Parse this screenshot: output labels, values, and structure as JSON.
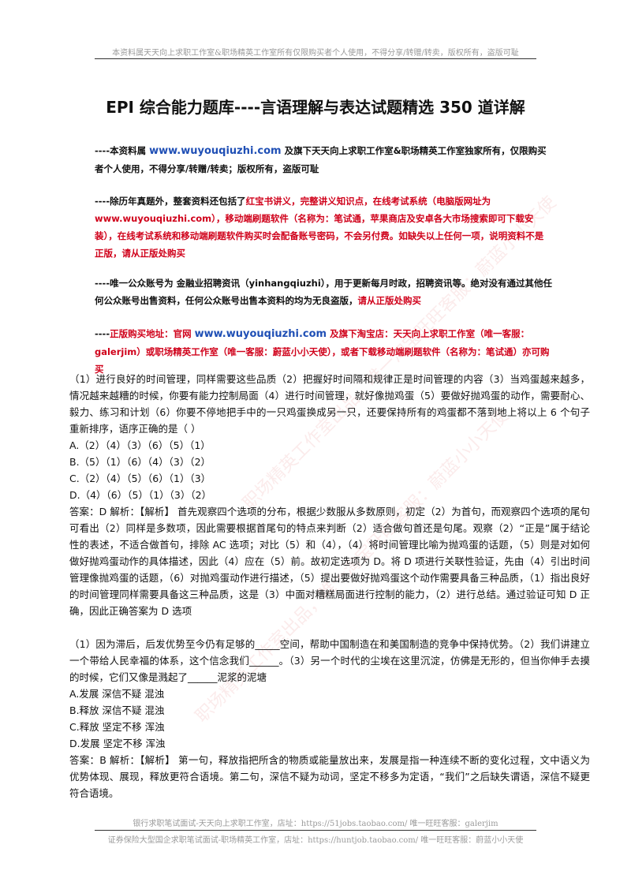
{
  "header": {
    "note": "本资料属天天向上求职工作室&职场精英工作室所有仅限购买者个人使用，不得分享/转赠/转卖，版权所有，盗版可耻"
  },
  "title": "EPI 综合能力题库----言语理解与表达试题精选 350 道详解",
  "notices": {
    "n1_pre": "----本资料属 ",
    "n1_link": "www.wuyouqiuzhi.com",
    "n1_post": " 及旗下天天向上求职工作室&职场精英工作室独家所有，仅限购买者个人使用，不得分享/转赠/转卖；版权所有，盗版可耻",
    "n2_pre": "----除历年真题外，整套资料还包括了",
    "n2_red": "红宝书讲义，完整讲义知识点，在线考试系统（电脑版网址为 www.wuyouqiuzhi.com），移动端刷题软件（名称为：笔试通，苹果商店及安卓各大市场搜索即可下载安装），在线考试系统和移动端刷题软件购买时会配备账号密码，不会另付费。如缺失以上任何一项，说明资料不是正版，请从正版处购买",
    "n3_pre": "----唯一公众账号为 金融业招聘资讯（yinhangqiuzhi），用于更新每月时政，招聘资讯等。绝对没有通过其他任何公众账号出售资料，任何公众账号出售本资料的均为无良盗版，",
    "n3_red": "请从正版处购买",
    "n4_pre": "----",
    "n4_red1": "正版购买地址：官网 ",
    "n4_link": "www.wuyouqiuzhi.com",
    "n4_red2": " 及旗下淘宝店：天天向上求职工作室（唯一客服：galerjim）或职场精英工作室（唯一客服：蔚蓝小小天使），或者下载移动端刷题软件（名称为：笔试通）亦可购买"
  },
  "q1": {
    "stem": "（1）进行良好的时间管理，同样需要这些品质（2）把握好时间隔和规律正是时间管理的内容（3）当鸡蛋越来越多，情况越来越糟的时候，你要有能力控制局面（4）进行时间管理，就好像抛鸡蛋（5）要做好抛鸡蛋的动作，需要耐心、毅力、练习和计划（6）你要不停地把手中的一只鸡蛋换成另一只，还要保持所有的鸡蛋都不落到地上将以上 6 个句子重新排序，语序正确的是（ ）",
    "options": [
      "A.（2）（4）（3）（6）（5）（1）",
      "B.（5）（1）（6）（4）（3）（2）",
      "C.（2）（4）（5）（6）（1）（3）",
      "D.（4）（6）（5）（1）（3）（2）"
    ],
    "answer": "答案：D 解析：【解析】 首先观察四个选项的分布，根据少数服从多数原则，初定（2）为首句，而观察四个选项的尾句可看出（2）同样是多数项，因此需要根据首尾句的特点来判断（2）适合做句首还是句尾。观察（2）“正是”属于结论性的表述，不适合做首句，排除 AC 选项；对比（5）和（4），（4）将时间管理比喻为抛鸡蛋的话题，（5）则是对如何做好抛鸡蛋动作的具体描述，因此（4）应在（5）前。故初定选项为 D。将 D 项进行关联性验证，先由（4）引出时间管理像抛鸡蛋的话题，（6）对抛鸡蛋动作进行描述，（5）提出要做好抛鸡蛋这个动作需要具备三种品质，（1）指出良好的时间管理同样需要具备这三种品质，这是（3）中面对糟糕局面进行控制的能力，（2）进行总结。通过验证可知 D 正确，因此正确答案为 D 选项"
  },
  "q2": {
    "stem": "（1）因为滞后，后发优势至今仍有足够的_____空间，帮助中国制造在和美国制造的竞争中保持优势。（2）我们讲建立一个带给人民幸福的体系，这个信念我们______。（3）另一个时代的尘埃在这里沉淀，仿佛是无形的，但当你伸手去摸的时候，它们又像是溅起了______泥浆的泥塘",
    "options": [
      "A.发展 深信不疑 混浊",
      "B.释放 深信不疑 混浊",
      "C.释放 坚定不移 浑浊",
      "D.发展 坚定不移 浑浊"
    ],
    "answer": "答案：B 解析：【解析】 第一句，释放指把所含的物质或能量放出来，发展是指一种连续不断的变化过程，文中语义为优势体现、展现，释放更符合语境。第二句，深信不疑为动词，坚定不移多为定语，“我们”之后缺失谓语，深信不疑更符合语境。"
  },
  "footer": {
    "line1": "银行求职笔试面试-天天向上求职工作室，店址：https://51jobs.taobao.com/ 唯一旺旺客服：galerjim",
    "line2": "证券保险大型国企求职笔试面试-职场精英工作室，店址：https://huntjob.taobao.com/ 唯一旺旺客服：蔚蓝小小天使"
  }
}
